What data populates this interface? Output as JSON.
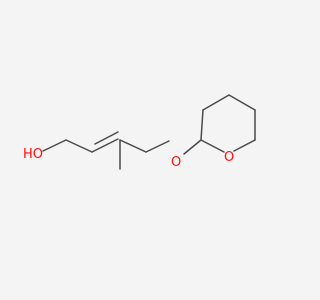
{
  "molecule": {
    "atoms": [
      {
        "id": "O1",
        "label": "HO",
        "color": "#ff0d0d"
      },
      {
        "id": "O2",
        "label": "O",
        "color": "#ff0d0d"
      },
      {
        "id": "O3",
        "label": "O",
        "color": "#ff0d0d"
      }
    ],
    "colors": {
      "background": "#f4f4f4",
      "bond": "#4a4a4a",
      "heteroatom": "#ff0d0d"
    }
  }
}
